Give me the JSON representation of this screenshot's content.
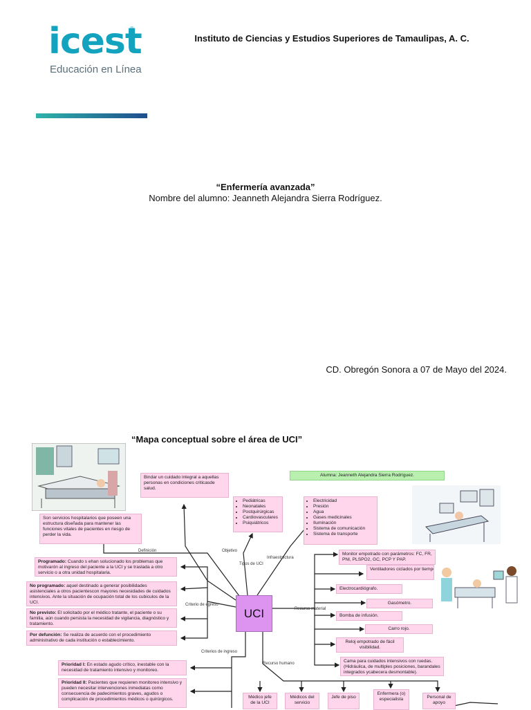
{
  "header": {
    "logo_text": "icest",
    "logo_reg": "®",
    "logo_subtitle": "Educación en Línea",
    "institution": "Instituto de Ciencias y Estudios Superiores de Tamaulipas, A. C."
  },
  "cover": {
    "subject": "“Enfermería avanzada”",
    "student": "Nombre del alumno: Jeanneth Alejandra Sierra Rodríguez.",
    "date": "CD. Obregón Sonora a 07 de Mayo del 2024."
  },
  "map": {
    "title": "“Mapa conceptual sobre el área de UCI”",
    "center": "UCI",
    "student_tag": "Alumna: Jeanneth Alejandra Sierra Rodríguez.",
    "links": {
      "definicion": "Definición",
      "objetivo": "Objetivo",
      "tipos": "Tipos de UCI",
      "infraestructura": "Infraestructura",
      "criterio_egreso": "Criterio de egreso",
      "recurso_material": "Recurso material",
      "criterios_ingreso": "Criterios de ingreso",
      "recurso_humano": "Recurso humano"
    },
    "objetivo": "Bindar un cuidado integral a aquellas personas en condiciones criticasde salud.",
    "definicion": "Son servicios hospitalarios que poseen una estructura diseñada para mantener las funciones vitales de pacientes en riesgo de perder la vida.",
    "tipos": [
      "Pediátricas",
      "Neonatales",
      "Postquirúrgicas",
      "Cardiovasculares",
      "Psiquiátricos"
    ],
    "infraestructura": [
      "Electricidad",
      "Presión",
      "Agua",
      "Gases medicinales",
      "Iluminación",
      "Sistema de comunicación",
      "Sistema de transporte"
    ],
    "egreso": [
      {
        "term": "Programado:",
        "text": " Cuando s ehan solucionado los problemas que motivarón al ingreso del paciente a la UCI y se traslada a otro servicio o a otra unidad hospitalaria."
      },
      {
        "term": "No programado:",
        "text": " aquel destinado a generar posibilidades asistenciales a otros pacientescon mayores necesidades de cuidados intensivos. Ante la situación de ocupación total de los cubiculos de la UCI."
      },
      {
        "term": "No previsto:",
        "text": " El solicitado por el médico tratante, el paciente o su familia, aún cuando persista la necesidad de vigilancia, diagnóstico y tratamiento."
      },
      {
        "term": "Por defunción:",
        "text": " Se realiza de acuerdo con el procedimiento administrativo de cada institución o establecimiento."
      }
    ],
    "ingreso": [
      {
        "term": "Prioridad I:",
        "text": " En estado agudo crítico, inestable con la necesidad de tratamiento intensivo y monitoreo."
      },
      {
        "term": "Prioridad II:",
        "text": " Pacientes que requieren monitoreo intensivo y pueden necesitar intervenciones inmediatas como consecuencia de padecimientos graves, agudos o complicación de procedimientos médicos o quirúrgicos."
      }
    ],
    "material": [
      "Monitor empotrado con parámetros: FC, FR, PNI, PLSPO2, GC, PCP Y PAP.",
      "Ventiladores ciclados por tiempo, volumen y de alta frecuencia.",
      "Electrocardiógrafo.",
      "Gasómetro.",
      "Bomba de infusión.",
      "Carro rojo.",
      "Reloj empotrado de fácil visibilidad.",
      "Cama para cuidados intensivos con ruedas. (Hidráulica, de multiples posiciones, barandales integrados ycabecera desmontable)."
    ],
    "humano": [
      "Médico jefe de la UCI",
      "Médicos del servicio",
      "Jefe de piso",
      "Enfermera (o) especialista",
      "Personal de apoyo"
    ]
  }
}
